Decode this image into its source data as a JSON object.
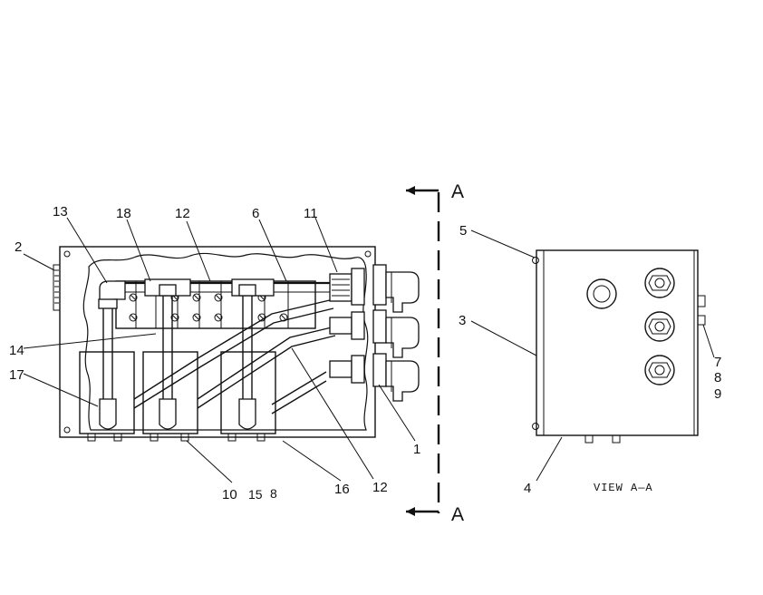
{
  "callouts": {
    "c13": "13",
    "c18": "18",
    "c12a": "12",
    "c6": "6",
    "c11": "11",
    "c2": "2",
    "c14": "14",
    "c17": "17",
    "c10": "10",
    "c15": "15",
    "c8a": "8",
    "c16": "16",
    "c12b": "12",
    "c1": "1",
    "c5": "5",
    "c3": "3",
    "c4": "4",
    "c7": "7",
    "c8b": "8",
    "c9": "9"
  },
  "section_marks": {
    "top": "A",
    "bottom": "A"
  },
  "view_label": "VIEW A—A"
}
